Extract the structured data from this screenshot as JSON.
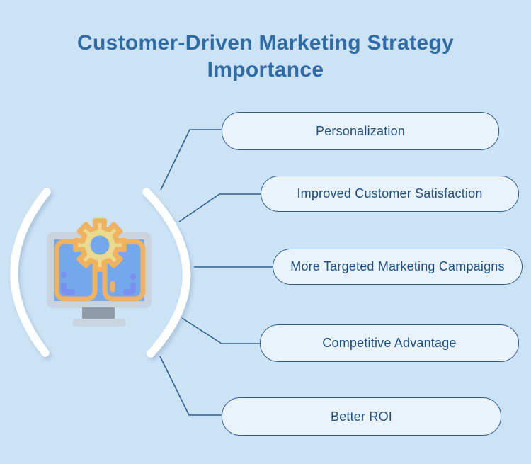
{
  "title": "Customer-Driven Marketing Strategy Importance",
  "items": [
    {
      "label": "Personalization"
    },
    {
      "label": "Improved Customer Satisfaction"
    },
    {
      "label": "More Targeted Marketing Campaigns"
    },
    {
      "label": "Competitive Advantage"
    },
    {
      "label": "Better ROI"
    }
  ],
  "icon": {
    "name": "monitor-gear-icon",
    "description": "computer monitor with two windows and a gear"
  },
  "colors": {
    "background": "#cce3f6",
    "title_text": "#2f6ba7",
    "box_fill": "#eaf2fc",
    "box_border": "#2d5f92",
    "box_text": "#1d4e80",
    "connector_line": "#2d5f92",
    "arc": "#ffffff",
    "icon_orange": "#f0b25f",
    "icon_pale_yellow": "#ead98f",
    "icon_screen_blue": "#75a7ec",
    "icon_frame_gray": "#c9d4df",
    "icon_stand_gray": "#8f9ba8",
    "icon_mark_periwinkle": "#7b8ff0"
  }
}
